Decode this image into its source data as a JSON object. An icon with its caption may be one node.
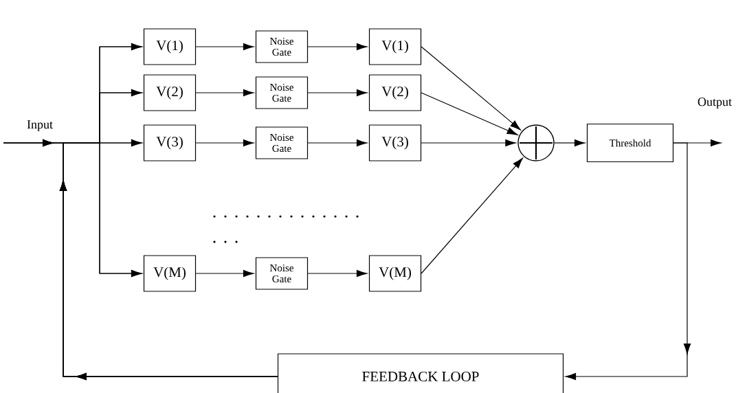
{
  "diagram": {
    "nodes": [
      {
        "text": [
          "Input"
        ]
      },
      {
        "text": [
          "V(1)"
        ]
      },
      {
        "text": [
          "Noise Gate"
        ]
      },
      {
        "text": [
          "V(1)"
        ]
      },
      {
        "text": [
          "V(2)"
        ]
      },
      {
        "text": [
          "Noise Gate"
        ]
      },
      {
        "text": [
          "V(2)"
        ]
      },
      {
        "text": [
          "V(3)"
        ]
      },
      {
        "text": [
          "Noise Gate"
        ]
      },
      {
        "text": [
          "V(3)"
        ]
      },
      {
        "text": [
          "V(M)"
        ]
      },
      {
        "text": [
          "Noise Gate"
        ]
      },
      {
        "text": [
          "V(M)"
        ]
      },
      {
        "text": [],
        "shape": "circle"
      },
      {
        "text": [
          "Threshold"
        ]
      },
      {
        "text": [
          "Output"
        ]
      },
      {
        "text": [
          "FEEDBACK LOOP"
        ]
      }
    ],
    "edges": [
      {
        "from": 0,
        "to": 1,
        "arrow": "to"
      },
      {
        "from": 0,
        "to": 4,
        "arrow": "to"
      },
      {
        "from": 0,
        "to": 7,
        "arrow": "to"
      },
      {
        "from": 0,
        "to": 10,
        "arrow": "to"
      },
      {
        "from": 1,
        "to": 2,
        "arrow": "to"
      },
      {
        "from": 2,
        "to": 3,
        "arrow": "to"
      },
      {
        "from": 4,
        "to": 5,
        "arrow": "to"
      },
      {
        "from": 5,
        "to": 6,
        "arrow": "to"
      },
      {
        "from": 7,
        "to": 8,
        "arrow": "to"
      },
      {
        "from": 8,
        "to": 9,
        "arrow": "to"
      },
      {
        "from": 10,
        "to": 11,
        "arrow": "to"
      },
      {
        "from": 11,
        "to": 12,
        "arrow": "to"
      },
      {
        "from": 3,
        "to": 13,
        "arrow": "to"
      },
      {
        "from": 6,
        "to": 13,
        "arrow": "to"
      },
      {
        "from": 9,
        "to": 13,
        "arrow": "to"
      },
      {
        "from": 12,
        "to": 13,
        "arrow": "to"
      },
      {
        "from": 13,
        "to": 14,
        "arrow": "to"
      },
      {
        "from": 14,
        "to": 15,
        "arrow": "to"
      },
      {
        "from": 14,
        "to": 16,
        "arrow": "to"
      },
      {
        "from": 16,
        "to": 1,
        "arrow": "to"
      },
      {
        "from": 16,
        "to": 4,
        "arrow": "to"
      },
      {
        "from": 16,
        "to": 7,
        "arrow": "to"
      },
      {
        "from": 16,
        "to": 10,
        "arrow": "to"
      }
    ]
  }
}
